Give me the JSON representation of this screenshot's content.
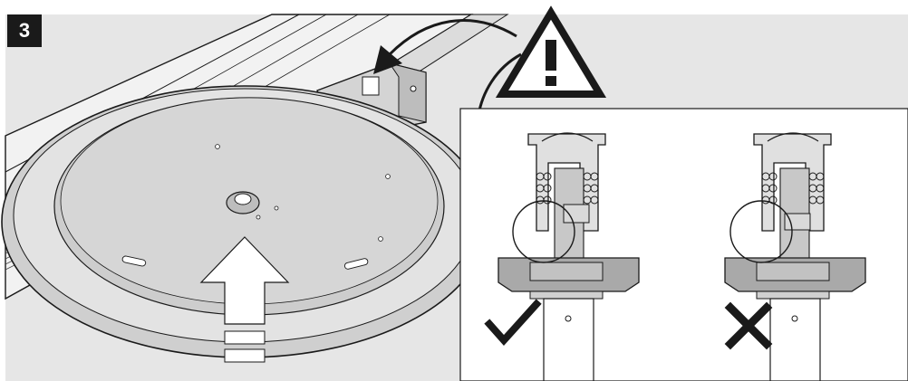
{
  "step": {
    "number": "3"
  },
  "palette": {
    "background": "#e6e6e6",
    "panel": "#ffffff",
    "line": "#1a1a1a",
    "light_gray": "#d9d9d9",
    "mid_gray": "#c4c4c4",
    "dark_gray": "#a8a8a8",
    "arrow_fill": "#ffffff"
  },
  "icons": {
    "warning": "warning-triangle-icon",
    "correct": "check-mark-icon",
    "incorrect": "cross-mark-icon",
    "direction": "push-up-arrow-icon"
  },
  "detail_views": [
    {
      "state": "correct",
      "mark": "check-mark-icon"
    },
    {
      "state": "incorrect",
      "mark": "cross-mark-icon"
    }
  ]
}
